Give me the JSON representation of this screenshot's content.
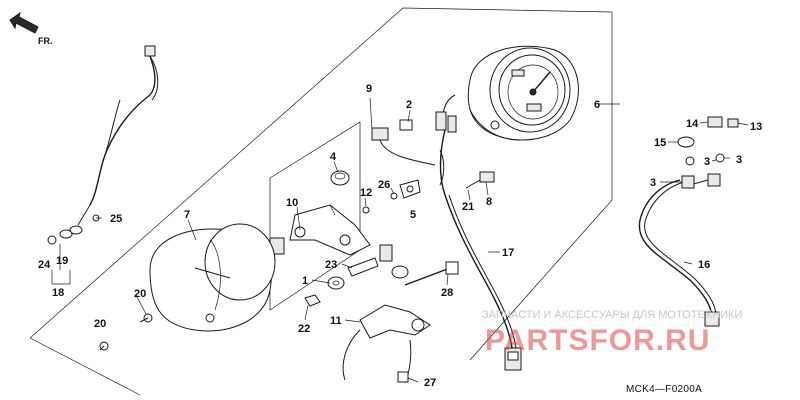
{
  "diagram": {
    "orientation_label": "FR.",
    "diagram_code": "MCK4—F0200A",
    "watermark": {
      "line1": "ЗАПЧАСТИ И АКСЕССУАРЫ ДЛЯ МОТОТЕХНИКИ",
      "brand": "PARTSFOR.RU"
    },
    "callouts": {
      "c1": "1",
      "c2": "2",
      "c3a": "3",
      "c3b": "3",
      "c4": "4",
      "c5": "5",
      "c6": "6",
      "c7": "7",
      "c8": "8",
      "c9": "9",
      "c10": "10",
      "c11": "11",
      "c12": "12",
      "c13": "13",
      "c14": "14",
      "c15": "15",
      "c16": "16",
      "c17": "17",
      "c18": "18",
      "c19": "19",
      "c20a": "20",
      "c20b": "20",
      "c21": "21",
      "c22": "22",
      "c23": "23",
      "c24": "24",
      "c25": "25",
      "c26": "26",
      "c27": "27",
      "c28": "28"
    }
  }
}
